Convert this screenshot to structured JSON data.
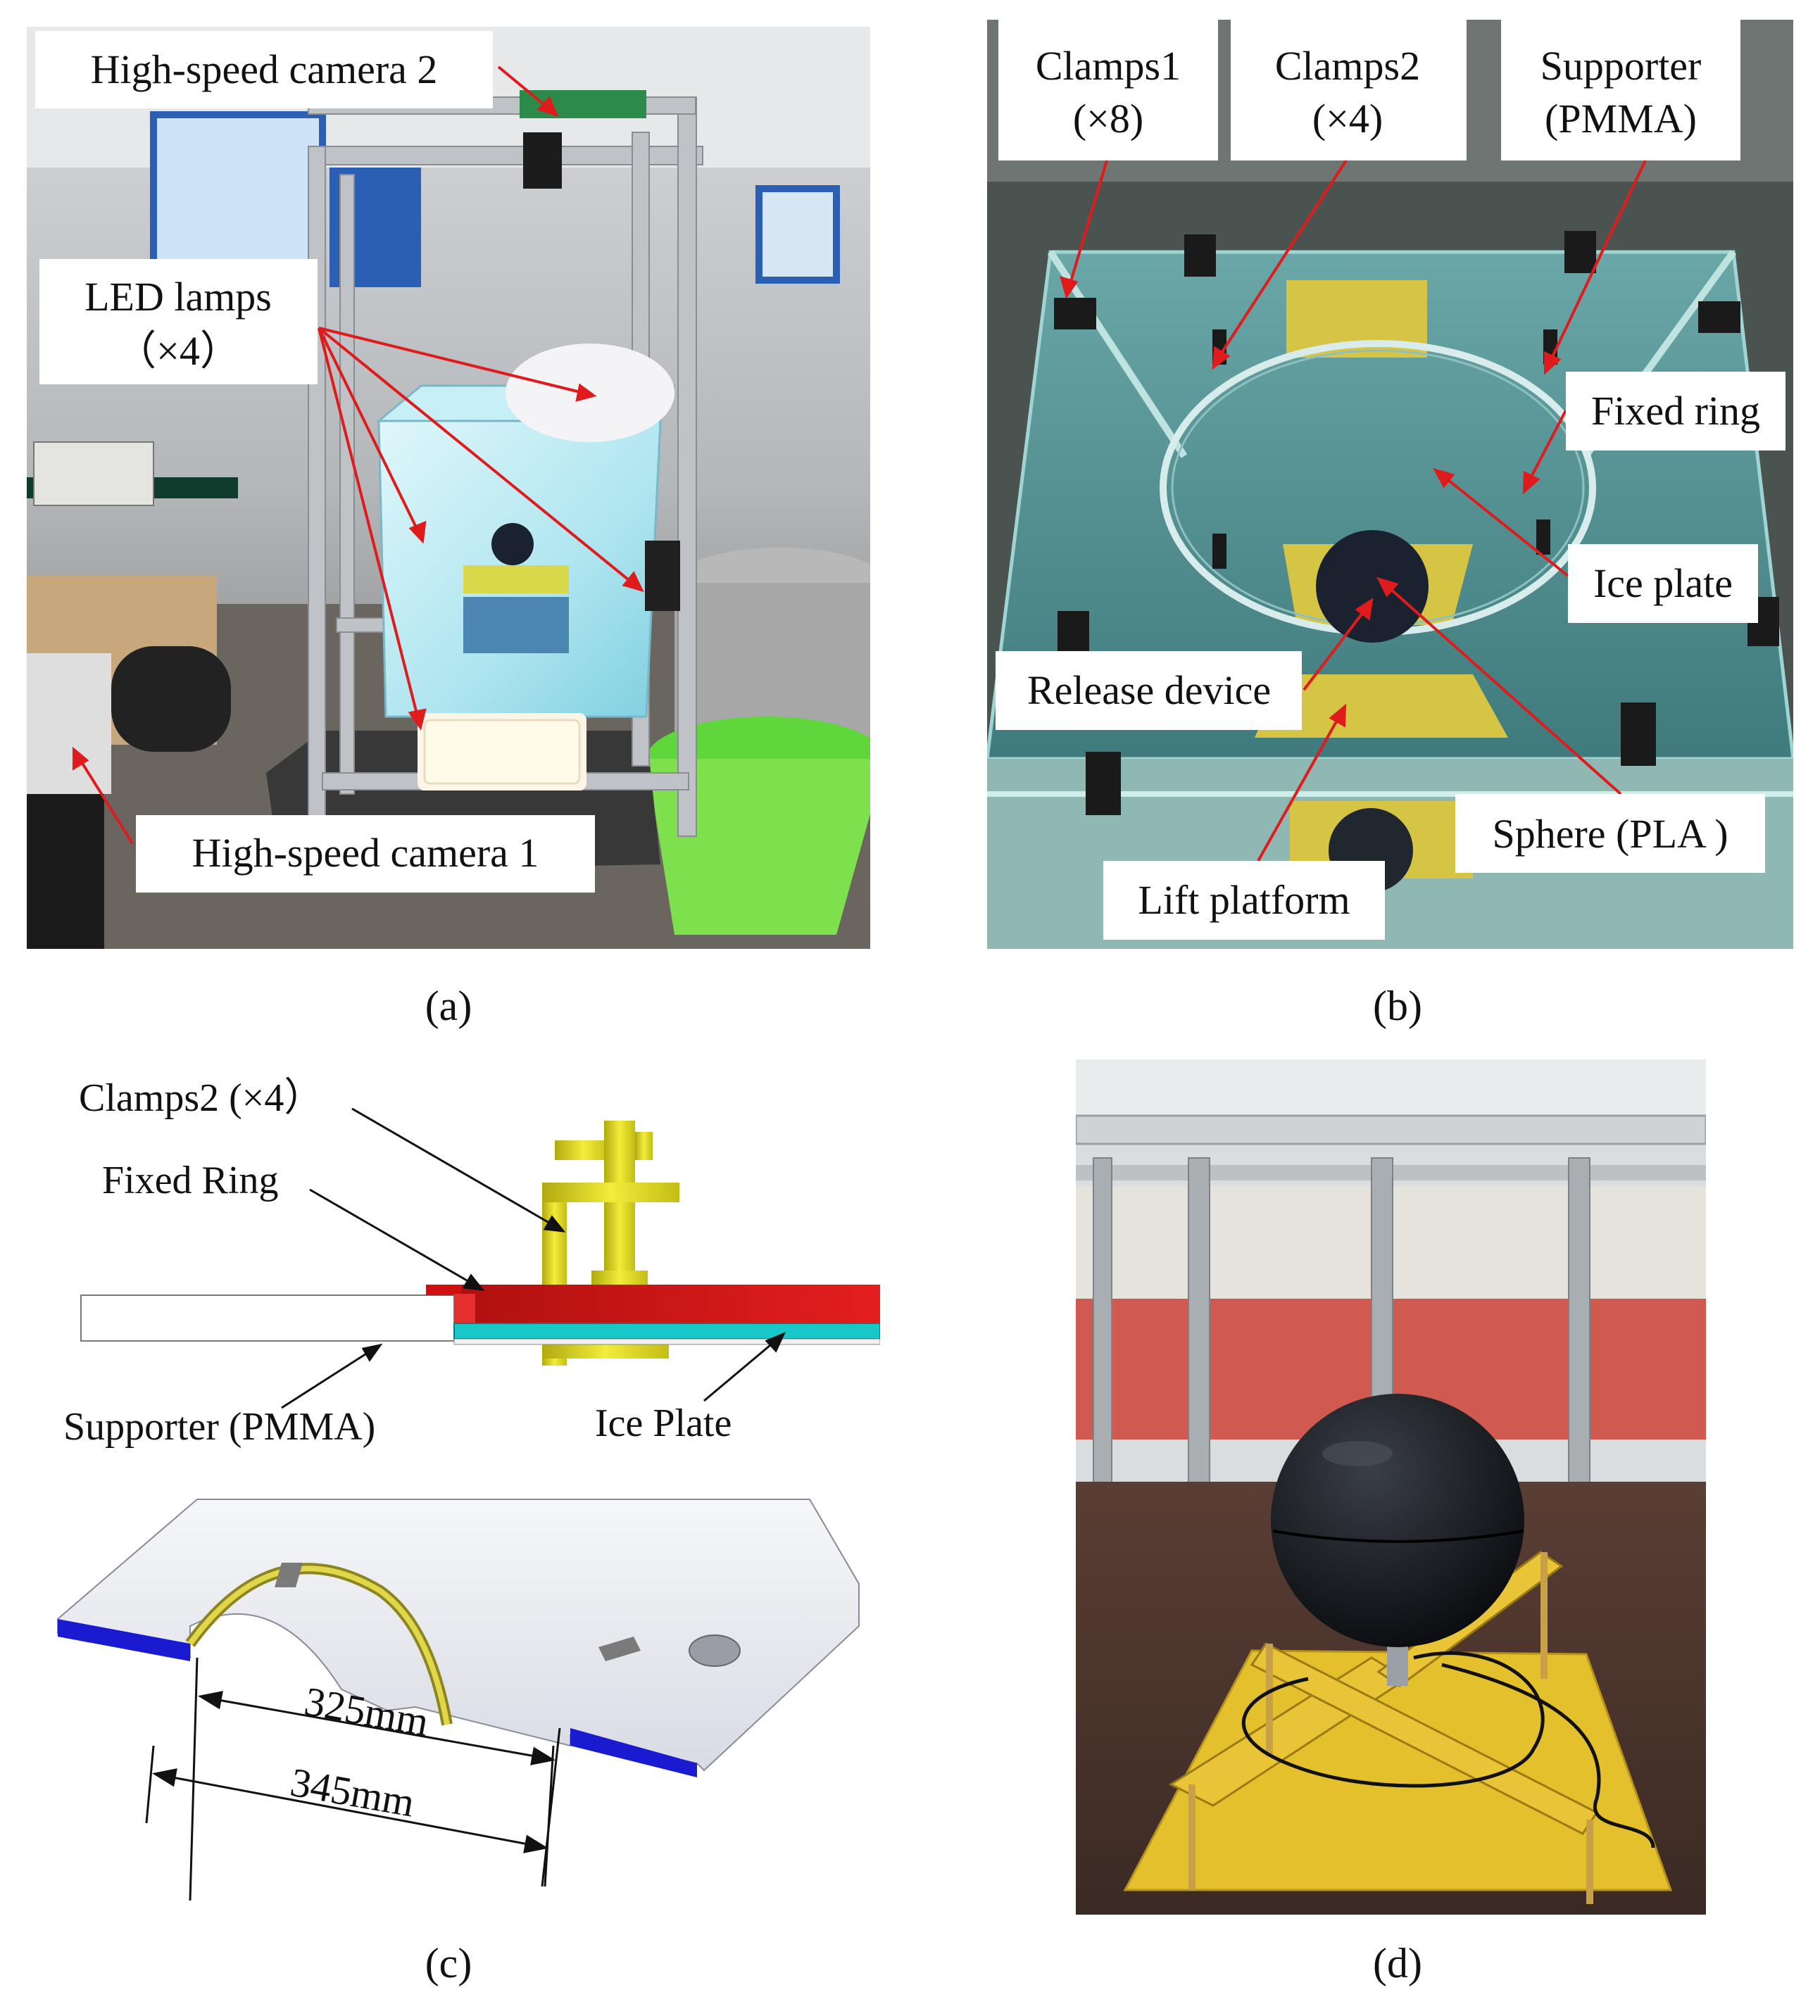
{
  "panels": {
    "a": {
      "caption": "(a)",
      "labels": {
        "camera2": "High-speed camera 2",
        "led_line1": "LED lamps",
        "led_line2": "（×4）",
        "camera1": "High-speed camera 1"
      }
    },
    "b": {
      "caption": "(b)",
      "labels": {
        "clamps1_line1": "Clamps1",
        "clamps1_line2": "(×8)",
        "clamps2_line1": "Clamps2",
        "clamps2_line2": "(×4)",
        "supporter_line1": "Supporter",
        "supporter_line2": "(PMMA)",
        "fixed_ring": "Fixed ring",
        "ice_plate": "Ice plate",
        "release_device": "Release device",
        "sphere": "Sphere (PLA )",
        "lift_platform": "Lift platform"
      }
    },
    "c": {
      "caption": "(c)",
      "labels": {
        "clamps2": "Clamps2 (×4）",
        "fixed_ring": "Fixed Ring",
        "supporter": "Supporter (PMMA)",
        "ice_plate": "Ice Plate",
        "dim_inner": "325mm",
        "dim_outer": "345mm"
      }
    },
    "d": {
      "caption": "(d)"
    }
  },
  "colors": {
    "arrow_red": "#e01b1b",
    "ring_red": "#d81818",
    "ice_cyan": "#18c8c8",
    "clamp_yellow": "#e2dc1c",
    "edge_blue": "#1a1ad0",
    "wood_yellow": "#e4c02c"
  }
}
